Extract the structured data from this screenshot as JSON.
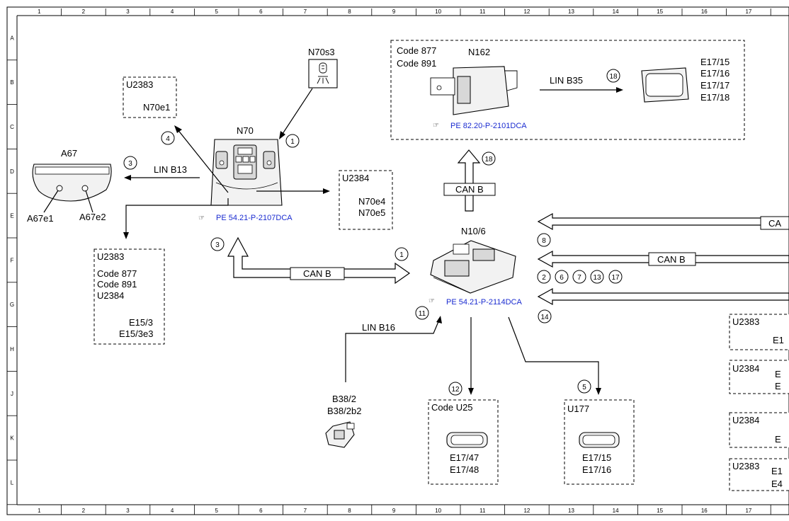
{
  "ruler": {
    "columns": [
      "1",
      "2",
      "3",
      "4",
      "5",
      "6",
      "7",
      "8",
      "9",
      "10",
      "11",
      "12",
      "13",
      "14",
      "15",
      "16",
      "17"
    ],
    "rows": [
      "A",
      "B",
      "C",
      "D",
      "E",
      "F",
      "G",
      "H",
      "J",
      "K",
      "L"
    ]
  },
  "components": {
    "n70s3": "N70s3",
    "n70": "N70",
    "n70_ref": "PE 54.21-P-2107DCA",
    "a67": "A67",
    "a67e1": "A67e1",
    "a67e2": "A67e2",
    "n162": "N162",
    "n162_ref": "PE 82.20-P-2101DCA",
    "n10_6": "N10/6",
    "n10_6_ref": "PE 54.21-P-2114DCA",
    "b38_2": "B38/2",
    "b38_2b2": "B38/2b2"
  },
  "boxes": {
    "u2383_top": {
      "lines": [
        "U2383",
        "N70e1"
      ]
    },
    "u2384_mid": {
      "lines": [
        "U2384",
        "N70e4",
        "N70e5"
      ]
    },
    "u2383_left": {
      "lines": [
        "U2383",
        "Code 877",
        "Code 891",
        "U2384",
        "E15/3",
        "E15/3e3"
      ]
    },
    "n162_box": {
      "lines": [
        "Code 877",
        "Code 891",
        "E17/15",
        "E17/16",
        "E17/17",
        "E17/18"
      ]
    },
    "code_u25": {
      "lines": [
        "Code U25",
        "E17/47",
        "E17/48"
      ]
    },
    "u177": {
      "lines": [
        "U177",
        "E17/15",
        "E17/16"
      ]
    },
    "right_1": {
      "lines": [
        "U2383",
        "E1"
      ]
    },
    "right_2": {
      "lines": [
        "U2384",
        "E",
        "E"
      ]
    },
    "right_3": {
      "lines": [
        "U2384",
        "E"
      ]
    },
    "right_4": {
      "lines": [
        "U2383",
        "E1",
        "E4"
      ]
    }
  },
  "buses": {
    "lin_b13": "LIN B13",
    "lin_b35": "LIN B35",
    "lin_b16": "LIN B16",
    "can_b_up": "CAN B",
    "can_b_left": "CAN B",
    "can_b_right": "CAN B",
    "can_top_right": "CA"
  },
  "markers": [
    "1",
    "4",
    "3",
    "18",
    "18",
    "3",
    "1",
    "8",
    "2",
    "6",
    "7",
    "13",
    "17",
    "14",
    "11",
    "12",
    "5"
  ]
}
